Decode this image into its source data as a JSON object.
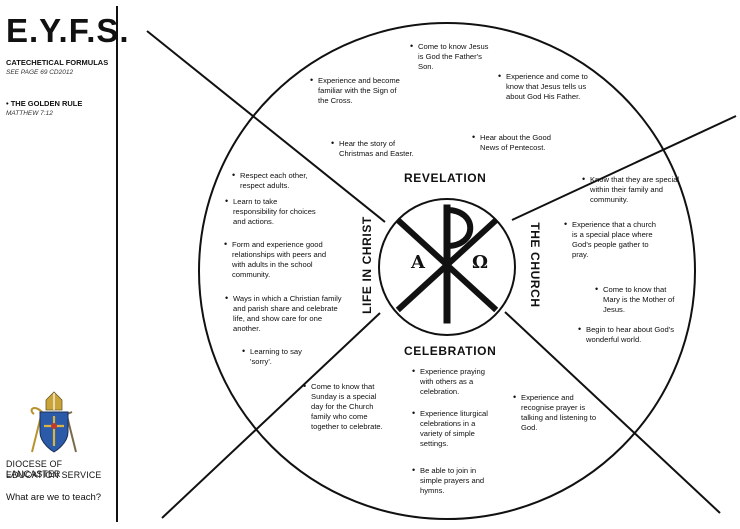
{
  "sidebar": {
    "title": "E.Y.F.S.",
    "heading1": "CATECHETICAL FORMULAS",
    "note1": "SEE PAGE 69 CD2012",
    "heading2": "THE GOLDEN RULE",
    "note2": "MATTHEW 7:12",
    "org_line1": "DIOCESE OF LANCASTER",
    "org_line2": "EDUCATION SERVICE",
    "question": "What are we to teach?"
  },
  "diagram": {
    "labels": {
      "top": "REVELATION",
      "bottom": "CELEBRATION",
      "left": "LIFE IN CHRIST",
      "right": "THE CHURCH"
    },
    "center": {
      "alpha": "A",
      "omega": "Ω"
    },
    "revelation": [
      "Come to know Jesus is God the Father's Son.",
      "Experience and become familiar with the Sign of the Cross.",
      "Experience and come to know that Jesus tells us about God His Father.",
      "Hear the story of Christmas and Easter.",
      "Hear about the Good News of Pentecost."
    ],
    "life_in_christ": [
      "Respect each other, respect adults.",
      "Learn to take responsibility for choices and actions.",
      "Form and experience good relationships with peers and with adults in the school community.",
      "Ways in which a Christian family and parish share and celebrate life, and show care for one another.",
      "Learning to say 'sorry'."
    ],
    "the_church": [
      "Know that they are special within their family and community.",
      "Experience that a church is a special place where God's people gather to pray.",
      "Come to know that Mary is the Mother of Jesus.",
      "Begin to hear about God's wonderful world."
    ],
    "celebration": [
      "Come to know that Sunday is a special day for the Church family who come together to celebrate.",
      "Experience praying with others as a celebration.",
      "Experience liturgical celebrations in a variety of simple settings.",
      "Be able to join in simple prayers and hymns.",
      "Experience and recognise prayer is talking and listening to God."
    ]
  }
}
